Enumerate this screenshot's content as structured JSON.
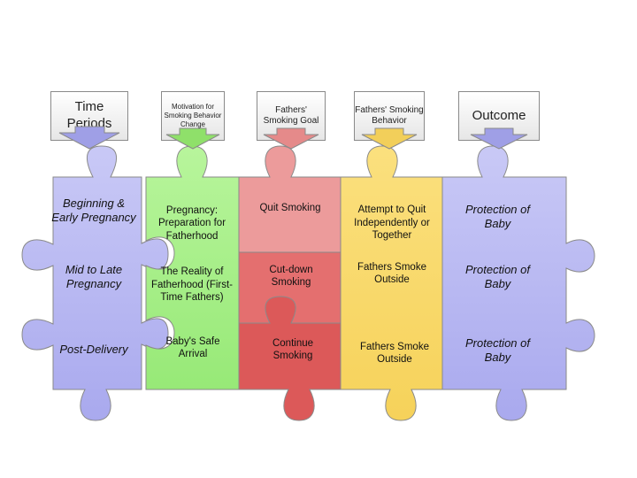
{
  "headers": [
    {
      "label": "Time Periods",
      "color": "#9f9fe6"
    },
    {
      "label": "Motivation for Smoking Behavior Change",
      "color": "#8fe06a"
    },
    {
      "label": "Fathers' Smoking Goal",
      "color": "#e58a8a"
    },
    {
      "label": "Fathers' Smoking Behavior",
      "color": "#f2cf5a"
    },
    {
      "label": "Outcome",
      "color": "#9f9fe6"
    }
  ],
  "rows": [
    {
      "time_period": "Beginning & Early Pregnancy",
      "motivation": "Pregnancy: Preparation for Fatherhood",
      "goal": "Quit Smoking",
      "behavior": "Attempt to Quit Independently or Together",
      "outcome": "Protection of Baby"
    },
    {
      "time_period": "Mid to Late Pregnancy",
      "motivation": "The Reality of Fatherhood (First-Time Fathers)",
      "goal": "Cut-down Smoking",
      "behavior": "Fathers Smoke Outside",
      "outcome": "Protection of Baby"
    },
    {
      "time_period": "Post-Delivery",
      "motivation": "Baby's Safe Arrival",
      "goal": "Continue Smoking",
      "behavior": "Fathers Smoke Outside",
      "outcome": "Protection of Baby"
    }
  ],
  "colors": {
    "time_periods": "#b3b3f0",
    "motivation": "#a6f08a",
    "goal_row1": "#ec9b9b",
    "goal_row2": "#e46f6f",
    "goal_row3": "#dc5959",
    "behavior": "#fad96b",
    "outcome": "#b3b3f0",
    "outline": "#8a8a8a"
  }
}
